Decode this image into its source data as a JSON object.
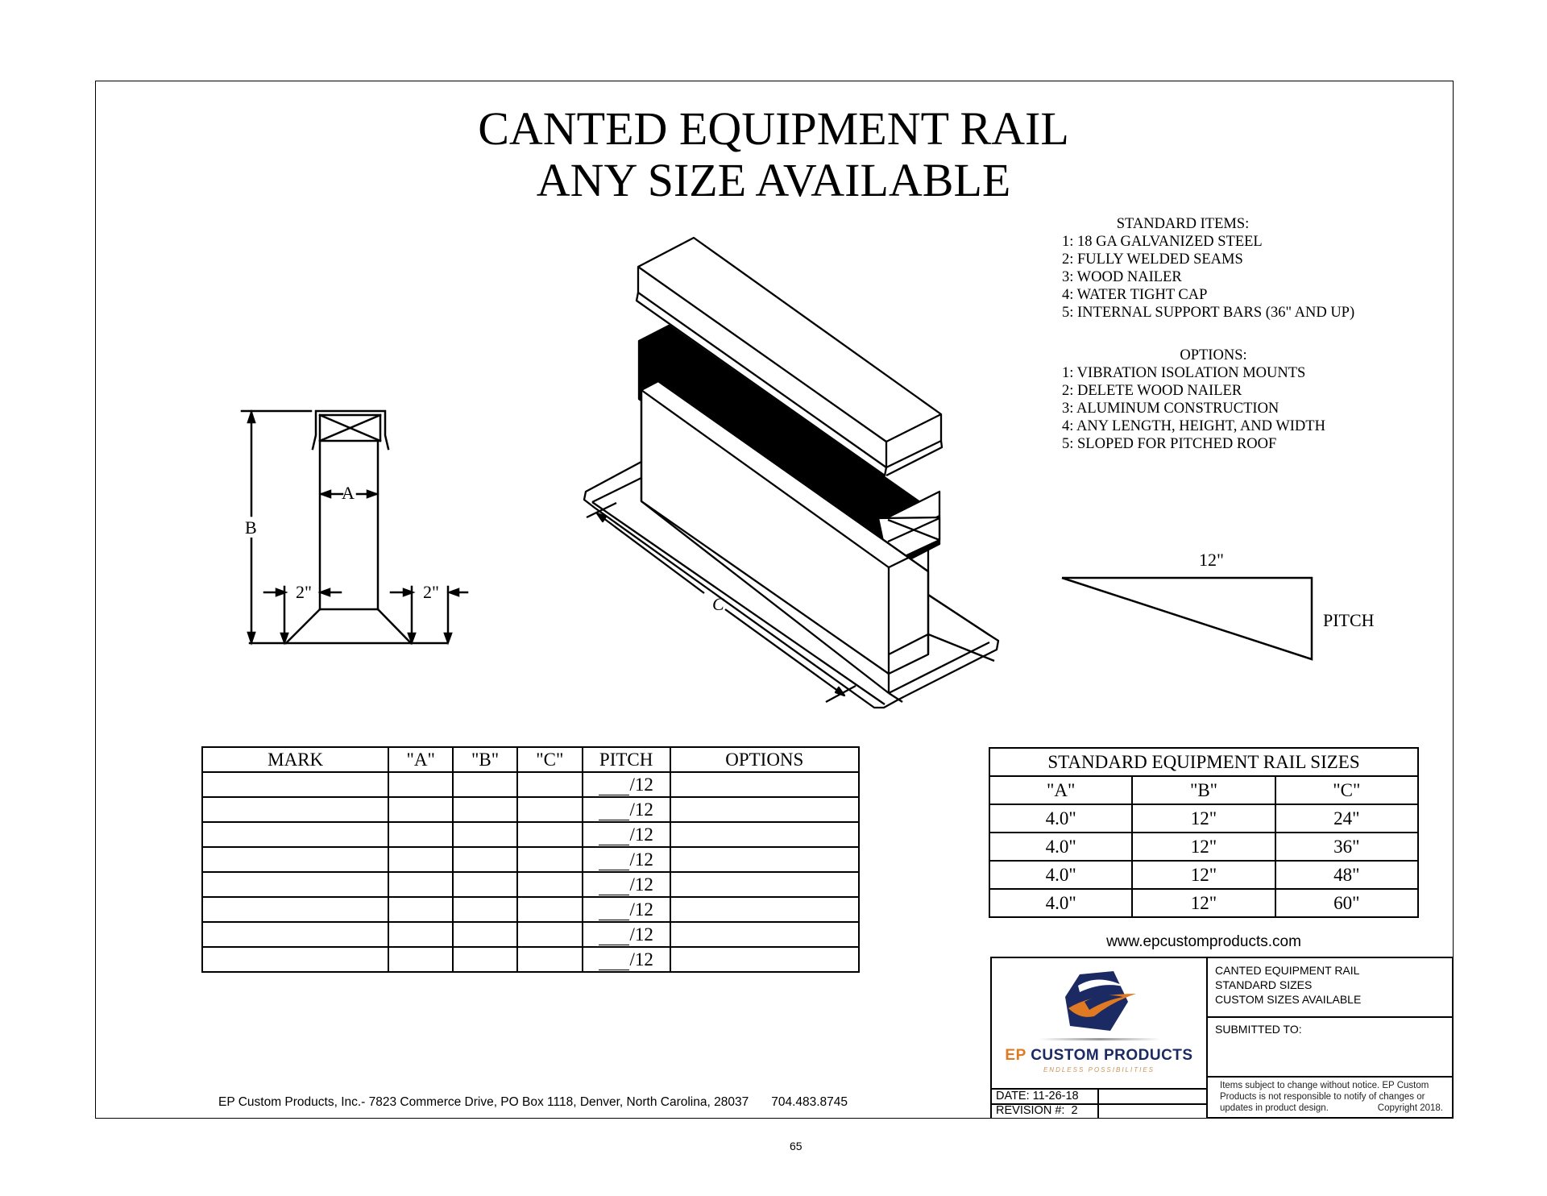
{
  "title": {
    "line1": "CANTED EQUIPMENT RAIL",
    "line2": "ANY SIZE AVAILABLE"
  },
  "standard_items": {
    "header": "STANDARD ITEMS:",
    "items": [
      "1: 18 GA GALVANIZED STEEL",
      "2: FULLY WELDED SEAMS",
      "3: WOOD NAILER",
      "4: WATER TIGHT CAP",
      "5: INTERNAL SUPPORT BARS (36\" AND UP)"
    ]
  },
  "options": {
    "header": "OPTIONS:",
    "items": [
      "1: VIBRATION ISOLATION MOUNTS",
      "2: DELETE WOOD NAILER",
      "3: ALUMINUM CONSTRUCTION",
      "4: ANY LENGTH, HEIGHT, AND WIDTH",
      "5: SLOPED FOR PITCHED ROOF"
    ]
  },
  "cross_section": {
    "label_a": "A",
    "label_b": "B",
    "label_left_flange": "2\"",
    "label_right_flange": "2\""
  },
  "isometric": {
    "label_c": "C"
  },
  "pitch_diagram": {
    "run_label": "12\"",
    "rise_label": "PITCH"
  },
  "order_table": {
    "headers": [
      "MARK",
      "\"A\"",
      "\"B\"",
      "\"C\"",
      "PITCH",
      "OPTIONS"
    ],
    "pitch_suffix": "/12",
    "rows": [
      {
        "mark": "",
        "a": "",
        "b": "",
        "c": "",
        "pitch": "/12",
        "options": ""
      },
      {
        "mark": "",
        "a": "",
        "b": "",
        "c": "",
        "pitch": "/12",
        "options": ""
      },
      {
        "mark": "",
        "a": "",
        "b": "",
        "c": "",
        "pitch": "/12",
        "options": ""
      },
      {
        "mark": "",
        "a": "",
        "b": "",
        "c": "",
        "pitch": "/12",
        "options": ""
      },
      {
        "mark": "",
        "a": "",
        "b": "",
        "c": "",
        "pitch": "/12",
        "options": ""
      },
      {
        "mark": "",
        "a": "",
        "b": "",
        "c": "",
        "pitch": "/12",
        "options": ""
      },
      {
        "mark": "",
        "a": "",
        "b": "",
        "c": "",
        "pitch": "/12",
        "options": ""
      },
      {
        "mark": "",
        "a": "",
        "b": "",
        "c": "",
        "pitch": "/12",
        "options": ""
      }
    ]
  },
  "sizes_table": {
    "title": "STANDARD EQUIPMENT RAIL SIZES",
    "headers": [
      "\"A\"",
      "\"B\"",
      "\"C\""
    ],
    "rows": [
      [
        "4.0\"",
        "12\"",
        "24\""
      ],
      [
        "4.0\"",
        "12\"",
        "36\""
      ],
      [
        "4.0\"",
        "12\"",
        "48\""
      ],
      [
        "4.0\"",
        "12\"",
        "60\""
      ]
    ]
  },
  "website": "www.epcustomproducts.com",
  "title_block": {
    "logo": {
      "name_prefix": "EP",
      "name_rest": "CUSTOM PRODUCTS",
      "tagline": "ENDLESS  POSSIBILITIES",
      "colors": {
        "navy": "#1c2a63",
        "orange": "#e07a22",
        "tagline": "#c8925a"
      }
    },
    "description": [
      "CANTED EQUIPMENT RAIL",
      "STANDARD SIZES",
      "CUSTOM SIZES AVAILABLE"
    ],
    "submitted_to": "SUBMITTED TO:",
    "date": "DATE: 11-26-18",
    "revision": "REVISION #:  2",
    "disclaimer_line1": "Items subject to change without notice. EP Custom",
    "disclaimer_line2": "Products is not responsible to notify of changes or",
    "disclaimer_line3": "updates in product design.",
    "copyright": "Copyright 2018."
  },
  "footer": {
    "address": "EP Custom Products, Inc.- 7823 Commerce Drive, PO Box 1118, Denver, North Carolina, 28037",
    "phone": "704.483.8745"
  },
  "page_number": "65"
}
